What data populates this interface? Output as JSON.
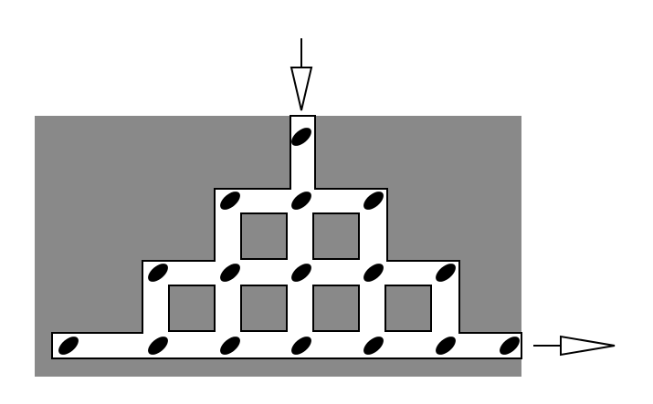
{
  "colors": {
    "background": "#ffffff",
    "block": "#898989",
    "channel": "#ffffff",
    "outline": "#000000",
    "particle": "#000000"
  },
  "icons": {
    "inlet": "arrow-down-icon",
    "outlet": "arrow-right-icon"
  },
  "structure": {
    "inlet_count": 1,
    "outlet_count": 1,
    "channel_rows": 4,
    "pillar_rows": [
      2,
      4
    ],
    "particles_per_row": [
      1,
      3,
      5,
      7
    ]
  }
}
